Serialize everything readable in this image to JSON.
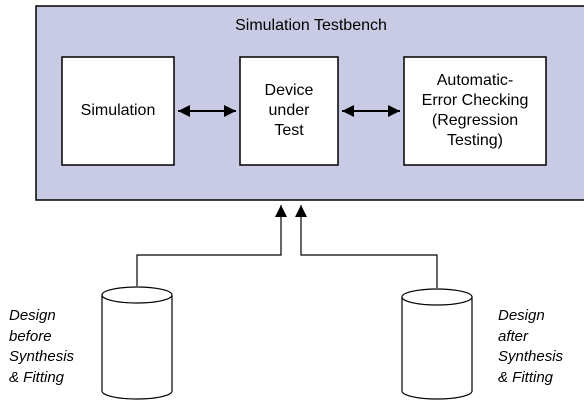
{
  "testbench": {
    "title": "Simulation Testbench",
    "blocks": {
      "simulation": "Simulation",
      "dut": "Device\nunder\nTest",
      "checking": "Automatic-\nError Checking\n(Regression\nTesting)"
    }
  },
  "databases": {
    "before": "Design\nbefore\nSynthesis\n& Fitting",
    "after": "Design\nafter\nSynthesis\n& Fitting"
  },
  "colors": {
    "testbench_fill": "#C9CAE3",
    "box_fill": "#FFFFFF",
    "stroke": "#000000"
  }
}
